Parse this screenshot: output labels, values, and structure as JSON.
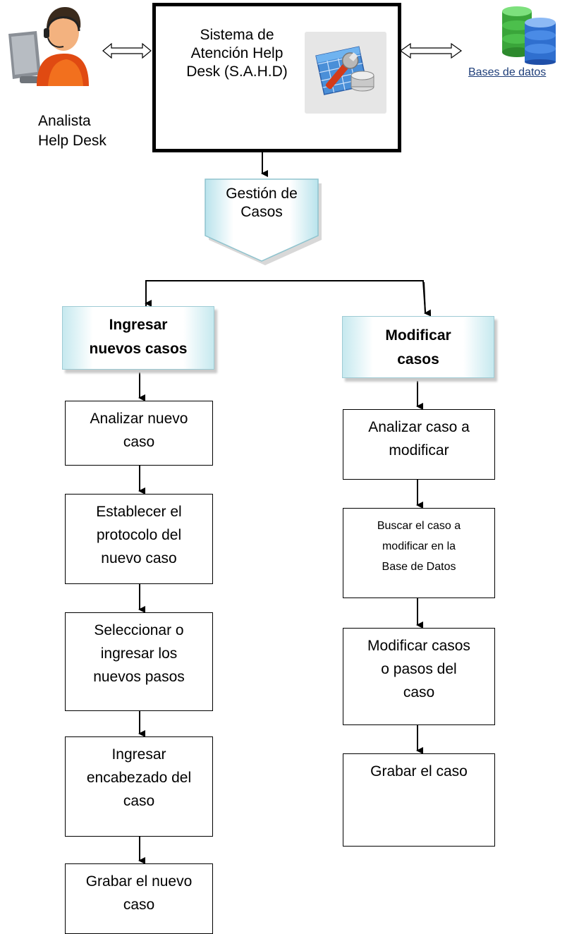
{
  "system": {
    "title_lines": [
      "Sistema de",
      "Atención Help",
      "Desk (S.A.H.D)"
    ]
  },
  "analyst": {
    "label_lines": [
      "Analista",
      "Help Desk"
    ]
  },
  "database": {
    "label": "Bases de datos"
  },
  "gestion": {
    "label_lines": [
      "Gestión de",
      "Casos"
    ]
  },
  "left": {
    "header_lines": [
      "Ingresar",
      "nuevos casos"
    ],
    "steps": [
      {
        "lines": [
          "Analizar nuevo",
          "caso"
        ]
      },
      {
        "lines": [
          "Establecer el",
          "protocolo del",
          "nuevo caso"
        ]
      },
      {
        "lines": [
          "Seleccionar o",
          "ingresar los",
          "nuevos pasos"
        ]
      },
      {
        "lines": [
          "Ingresar",
          "encabezado del",
          "caso"
        ]
      },
      {
        "lines": [
          "Grabar el nuevo",
          "caso"
        ]
      }
    ]
  },
  "right": {
    "header_lines": [
      "Modificar",
      "casos"
    ],
    "steps": [
      {
        "lines": [
          "Analizar caso a",
          "modificar"
        ]
      },
      {
        "lines": [
          "Buscar el caso a",
          "modificar en la",
          "Base de Datos"
        ]
      },
      {
        "lines": [
          "Modificar casos",
          "o pasos del",
          "caso"
        ]
      },
      {
        "lines": [
          "Grabar el caso"
        ]
      }
    ]
  }
}
